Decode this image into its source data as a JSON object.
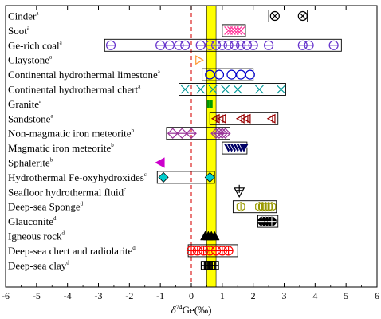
{
  "chart_data": {
    "type": "scatter",
    "xlabel": "δ74Ge(‰)",
    "xlim": [
      -6,
      6
    ],
    "xticks": [
      -6,
      -5,
      -4,
      -3,
      -2,
      -1,
      0,
      1,
      2,
      3,
      4,
      5,
      6
    ],
    "reference_line_x": 0,
    "highlight_band": [
      0.5,
      0.8
    ],
    "highlight_color": "#ffff00",
    "rows": [
      {
        "label": "Cinder",
        "sup": "a",
        "color": "#000000",
        "marker": "circle-x",
        "values": [
          2.7,
          3.6
        ],
        "range": [
          2.5,
          3.75
        ]
      },
      {
        "label": "Soot",
        "sup": "a",
        "color": "#ff3399",
        "marker": "x",
        "values": [
          1.2,
          1.3,
          1.4,
          1.5,
          1.6
        ],
        "range": [
          1.0,
          1.75
        ]
      },
      {
        "label": "Ge-rich coal",
        "sup": "a",
        "color": "#6633cc",
        "marker": "circle-minus",
        "values": [
          -2.6,
          -1.0,
          -0.7,
          -0.4,
          -0.2,
          0.3,
          0.6,
          0.8,
          1.0,
          1.2,
          1.4,
          1.6,
          1.8,
          2.0,
          2.5,
          3.6,
          3.8,
          4.6
        ],
        "range": [
          -2.8,
          4.85
        ]
      },
      {
        "label": "Claystone",
        "sup": "a",
        "color": "#ff9933",
        "marker": "triangle-right",
        "values": [
          0.25
        ],
        "range": null
      },
      {
        "label": "Continental hydrothermal limestone",
        "sup": "a",
        "color": "#0000cc",
        "marker": "circle",
        "values": [
          0.6,
          0.9,
          1.3,
          1.6,
          1.9
        ],
        "range": [
          0.35,
          2.0
        ]
      },
      {
        "label": "Continental hydrothermal chert",
        "sup": "a",
        "color": "#009999",
        "marker": "x",
        "values": [
          -0.2,
          0.3,
          0.7,
          1.1,
          1.5,
          2.2,
          2.9
        ],
        "range": [
          -0.4,
          3.05
        ]
      },
      {
        "label": "Granite",
        "sup": "a",
        "color": "#009900",
        "marker": "bar",
        "values": [
          0.55,
          0.65
        ],
        "range": null
      },
      {
        "label": "Sandstone",
        "sup": "a",
        "color": "#990000",
        "marker": "triangle-left-bar",
        "values": [
          0.8,
          1.0,
          1.6,
          1.8,
          2.6
        ],
        "range": [
          0.6,
          2.8
        ]
      },
      {
        "label": "Non-magmatic iron meteorite",
        "sup": "b",
        "color": "#993399",
        "marker": "diamond-minus",
        "values": [
          -0.6,
          -0.3,
          0.0,
          0.8,
          0.9,
          1.0,
          1.1
        ],
        "range": [
          -0.8,
          1.25
        ]
      },
      {
        "label": "Magmatic iron meteorite",
        "sup": "b",
        "color": "#000066",
        "marker": "triangle-down-filled",
        "values": [
          1.2,
          1.3,
          1.4,
          1.5,
          1.6,
          1.7
        ],
        "range": [
          1.0,
          1.8
        ]
      },
      {
        "label": "Sphalerite",
        "sup": "b",
        "color": "#cc00cc",
        "marker": "triangle-left-filled",
        "values": [
          -1.0
        ],
        "range": null
      },
      {
        "label": "Hydrothermal Fe-oxyhydroxides",
        "sup": "c",
        "color": "#00cccc",
        "marker": "diamond-filled",
        "values": [
          -0.9,
          0.6
        ],
        "range": [
          -1.1,
          0.75
        ]
      },
      {
        "label": "Seafloor hydrothermal fluid",
        "sup": "c",
        "color": "#000000",
        "marker": "triangle-down-plus",
        "values": [
          1.55
        ],
        "range": null
      },
      {
        "label": "Deep-sea  Sponge",
        "sup": "d",
        "color": "#999900",
        "marker": "hexagon",
        "values": [
          1.6,
          2.2,
          2.3,
          2.4,
          2.5,
          2.6
        ],
        "range": [
          1.35,
          2.75
        ]
      },
      {
        "label": "Glauconite",
        "sup": "d",
        "color": "#000000",
        "marker": "circle-plus-filled",
        "values": [
          2.3,
          2.4,
          2.5,
          2.6
        ],
        "range": [
          2.15,
          2.8
        ]
      },
      {
        "label": "Igneous rock",
        "sup": "d",
        "color": "#000000",
        "marker": "triangle-up-filled",
        "values": [
          0.45,
          0.55,
          0.65,
          0.75
        ],
        "range": null
      },
      {
        "label": "Deep-sea chert and radiolarite",
        "sup": "d",
        "color": "#ff0000",
        "marker": "circle-plus",
        "values": [
          0.0,
          0.2,
          0.4,
          0.6,
          0.8,
          1.0,
          1.2
        ],
        "range": [
          -0.1,
          1.5
        ]
      },
      {
        "label": "Deep-sea clay",
        "sup": "d",
        "color": "#000000",
        "marker": "square-plus",
        "values": [
          0.45,
          0.55,
          0.65,
          0.75
        ],
        "range": null
      }
    ]
  }
}
